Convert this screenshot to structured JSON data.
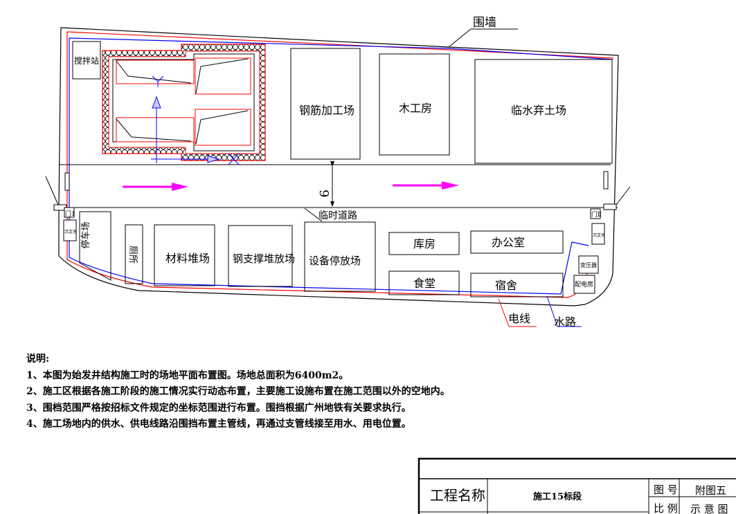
{
  "plan": {
    "wall_label": "围墙",
    "areas": {
      "mixing_station": "搅拌站",
      "rebar_yard": "钢筋加工场",
      "carpentry": "木工房",
      "spoil_yard": "临水弃土场",
      "parking": "停车场",
      "toilet": "厕所",
      "material_yard": "材料堆场",
      "steel_support_yard": "钢支撑堆放场",
      "equipment_yard": "设备停放场",
      "warehouse": "库房",
      "office": "办公室",
      "canteen": "食堂",
      "dormitory": "宿舍",
      "transformer": "变压器",
      "power_room": "配电房",
      "sediment_tank_left": "沉淀池",
      "sediment_tank_right": "沉淀池",
      "gate_1": "门1",
      "gate_2": "门Ⅱ"
    },
    "road_label": "临时道路",
    "road_width": "9",
    "power_line_label": "电线",
    "water_line_label": "水路",
    "colors": {
      "power_line": "#ff0000",
      "water_line": "#0000ff",
      "flow_arrow": "#ff00ff",
      "outline": "#000000"
    }
  },
  "notes": {
    "title": "说明:",
    "items": [
      "1、本图为始发井结构施工时的场地平面布置图。场地总面积为6400m2。",
      "2、施工区根据各施工阶段的施工情况实行动态布置，主要施工设施布置在施工范围以外的空地内。",
      "3、围档范围严格按招标文件规定的坐标范围进行布置。围挡根据广州地铁有关要求执行。",
      "4、施工场地内的供水、供电线路沿围挡布置主管线，再通过支管线接至用水、用电位置。"
    ]
  },
  "title_block": {
    "project_label": "工程名称",
    "project_value": "施工15标段",
    "drawing_no_label": "图 号",
    "drawing_no_value": "附图五",
    "scale_label": "比 例",
    "scale_value": "示 意 图"
  }
}
